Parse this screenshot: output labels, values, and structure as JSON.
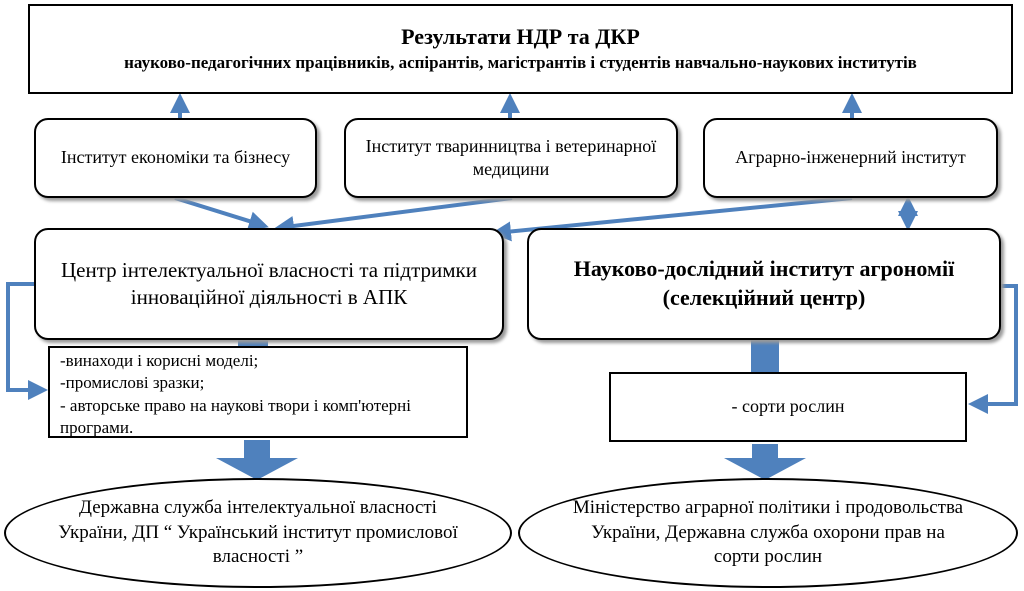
{
  "header": {
    "title": "Результати НДР та ДКР",
    "subtitle": "науково-педагогічних працівників, аспірантів, магістрантів і студентів навчально-наукових інститутів"
  },
  "institutes": [
    {
      "label": "Інститут економіки та бізнесу"
    },
    {
      "label": "Інститут тваринництва і ветеринарної медицини"
    },
    {
      "label": "Аграрно-інженерний інститут"
    }
  ],
  "center": {
    "label": "Центр інтелектуальної власності та підтримки інноваційної діяльності в АПК"
  },
  "research": {
    "label": "Науково-дослідний інститут агрономії (селекційний центр)"
  },
  "ip_list": [
    "-винаходи і корисні моделі;",
    "-промислові зразки;",
    "- авторське право на наукові твори і комп'ютерні програми."
  ],
  "plants": {
    "label": "- сорти рослин"
  },
  "agencies": [
    {
      "label": "Державна служба інтелектуальної власності України,  ДП “ Український інститут промислової власності ”"
    },
    {
      "label": "Міністерство аграрної політики і продовольства України, Державна служба охорони прав на сорти рослин"
    }
  ],
  "colors": {
    "arrow": "#4f81bd",
    "border": "#000000",
    "shadow": "#9a9a9a"
  }
}
